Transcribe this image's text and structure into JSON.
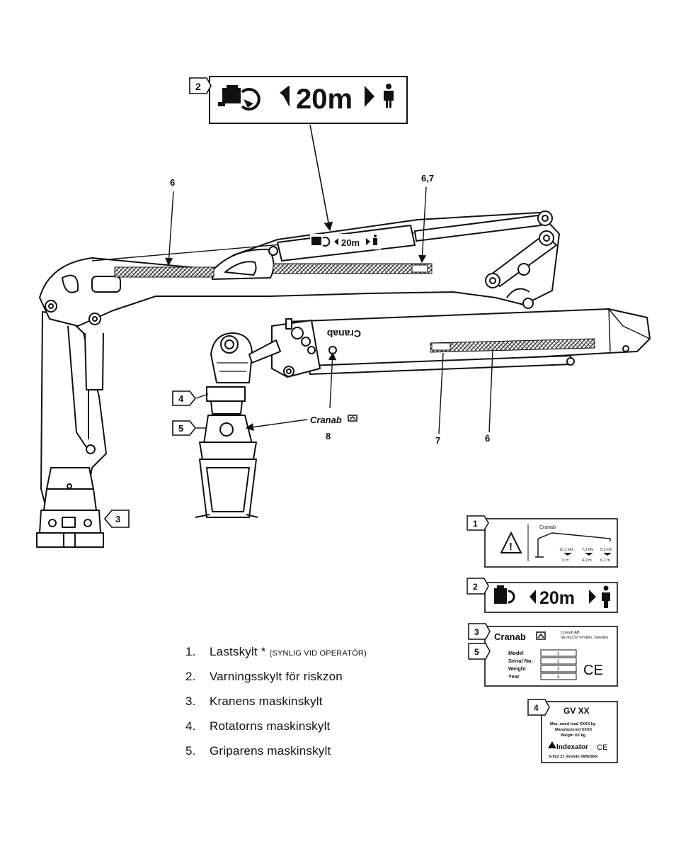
{
  "callouts": {
    "top_sign_number": "2",
    "top_sign_distance": "20m",
    "boom_sign_distance": "20m",
    "label_6_left": "6",
    "label_6_7": "6,7",
    "label_4": "4",
    "label_5": "5",
    "label_3": "3",
    "label_8": "8",
    "label_7": "7",
    "label_6_bottom": "6",
    "cranab_logo": "Cranab",
    "boom_brand": "Cranab"
  },
  "legend": {
    "items": [
      {
        "num": "1.",
        "text": "Lastskylt *",
        "note": "(SYNLIG VID OPERATÖR)"
      },
      {
        "num": "2.",
        "text": "Varningsskylt för riskzon"
      },
      {
        "num": "3.",
        "text": "Kranens maskinskylt"
      },
      {
        "num": "4.",
        "text": "Rotatorns maskinskylt"
      },
      {
        "num": "5.",
        "text": "Griparens maskinskylt"
      }
    ]
  },
  "plates": {
    "plate1": {
      "number": "1",
      "brand": "Cranab",
      "loads": [
        "10,1 kN",
        "7,2 kN",
        "5,2 kN"
      ],
      "reaches": [
        "3 m",
        "4,2 m",
        "6,1 m"
      ]
    },
    "plate2": {
      "number": "2",
      "distance": "20m"
    },
    "plate3": {
      "number": "3",
      "number5": "5",
      "brand": "Cranab",
      "company": "Cranab AB",
      "address": "SE-92232 Vindeln, Sweden",
      "fields": [
        "Model",
        "Serial No.",
        "Weight",
        "Year"
      ],
      "field_nums": [
        "1",
        "2",
        "3",
        "4"
      ],
      "ce": "CE"
    },
    "plate4": {
      "number": "4",
      "title": "GV XX",
      "line1": "Max. rated load XXXX kg",
      "line2": "Manufactured XXXX",
      "line3": "Weight XX kg",
      "brand": "Indexator",
      "ce": "CE",
      "address": "S-922 21 Vindeln SWEDEN"
    }
  },
  "colors": {
    "ink": "#111111",
    "paper": "#ffffff",
    "hatch": "#444444"
  }
}
